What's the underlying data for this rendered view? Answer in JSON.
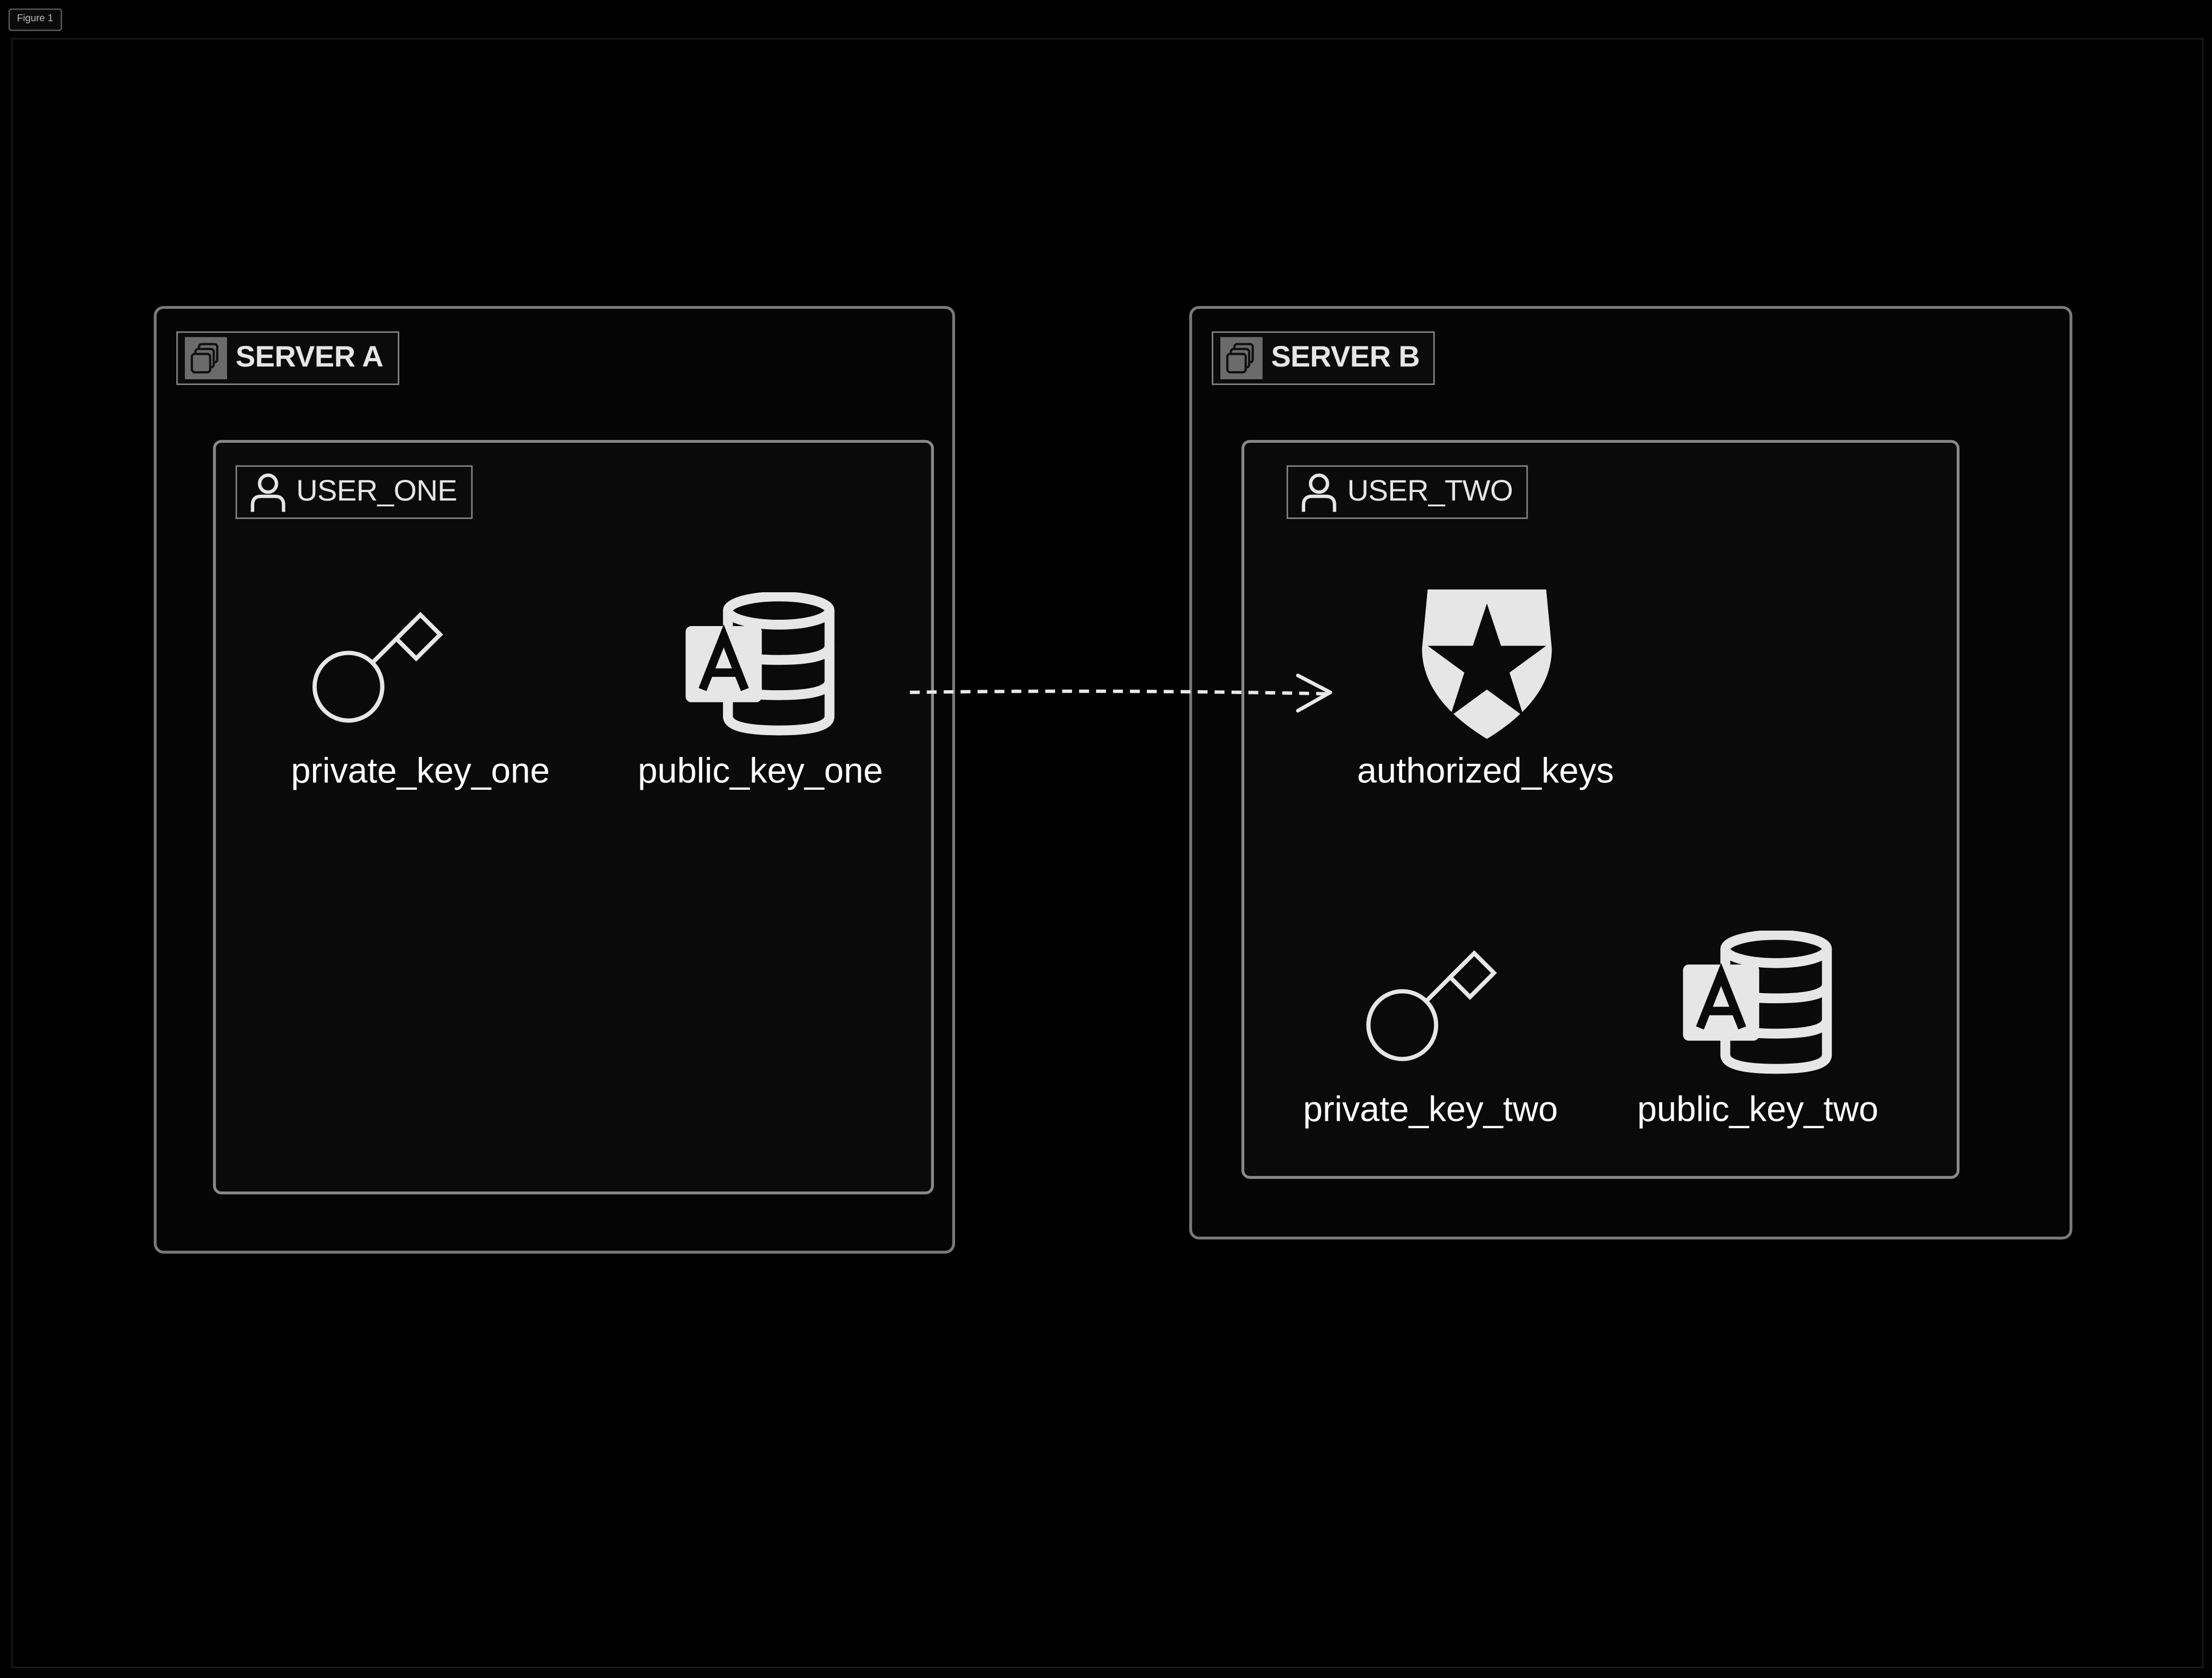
{
  "figure": {
    "label": "Figure 1"
  },
  "servers": {
    "a": {
      "title": "SERVER A",
      "user": {
        "title": "USER_ONE",
        "nodes": {
          "private_key": "private_key_one",
          "public_key": "public_key_one"
        }
      }
    },
    "b": {
      "title": "SERVER B",
      "user": {
        "title": "USER_TWO",
        "nodes": {
          "authorized": "authorized_keys",
          "private_key": "private_key_two",
          "public_key": "public_key_two"
        }
      }
    }
  },
  "edges": [
    {
      "from": "public_key_one",
      "to": "authorized_keys",
      "style": "dashed"
    }
  ],
  "icons": {
    "server": "server-instance-icon",
    "user": "user-icon",
    "private_key": "key-icon",
    "public_key": "database-letter-a-icon",
    "authorized": "shield-star-icon"
  },
  "colors": {
    "background": "#000000",
    "border": "#7a7a7a",
    "text": "#ffffff",
    "icon": "#e6e6e6"
  }
}
